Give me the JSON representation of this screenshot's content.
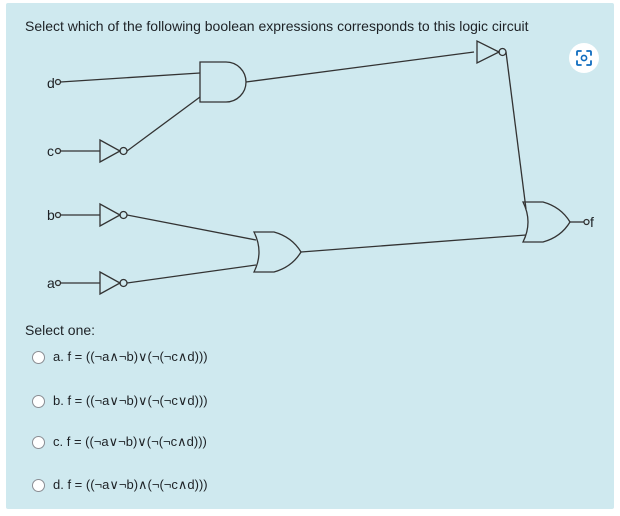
{
  "question": {
    "text": "Select which of the following boolean expressions corresponds to this logic circuit"
  },
  "circuit": {
    "inputs": [
      "d",
      "c",
      "b",
      "a"
    ],
    "output": "f"
  },
  "answer": {
    "prompt": "Select one:",
    "options": [
      {
        "label": "a. f = ((¬a∧¬b)∨(¬(¬c∧d)))"
      },
      {
        "label": "b. f = ((¬a∨¬b)∨(¬(¬c∨d)))"
      },
      {
        "label": "c. f = ((¬a∨¬b)∨(¬(¬c∧d)))"
      },
      {
        "label": "d. f = ((¬a∨¬b)∧(¬(¬c∧d)))"
      }
    ]
  },
  "icons": {
    "scan": "scan-focus-icon"
  }
}
